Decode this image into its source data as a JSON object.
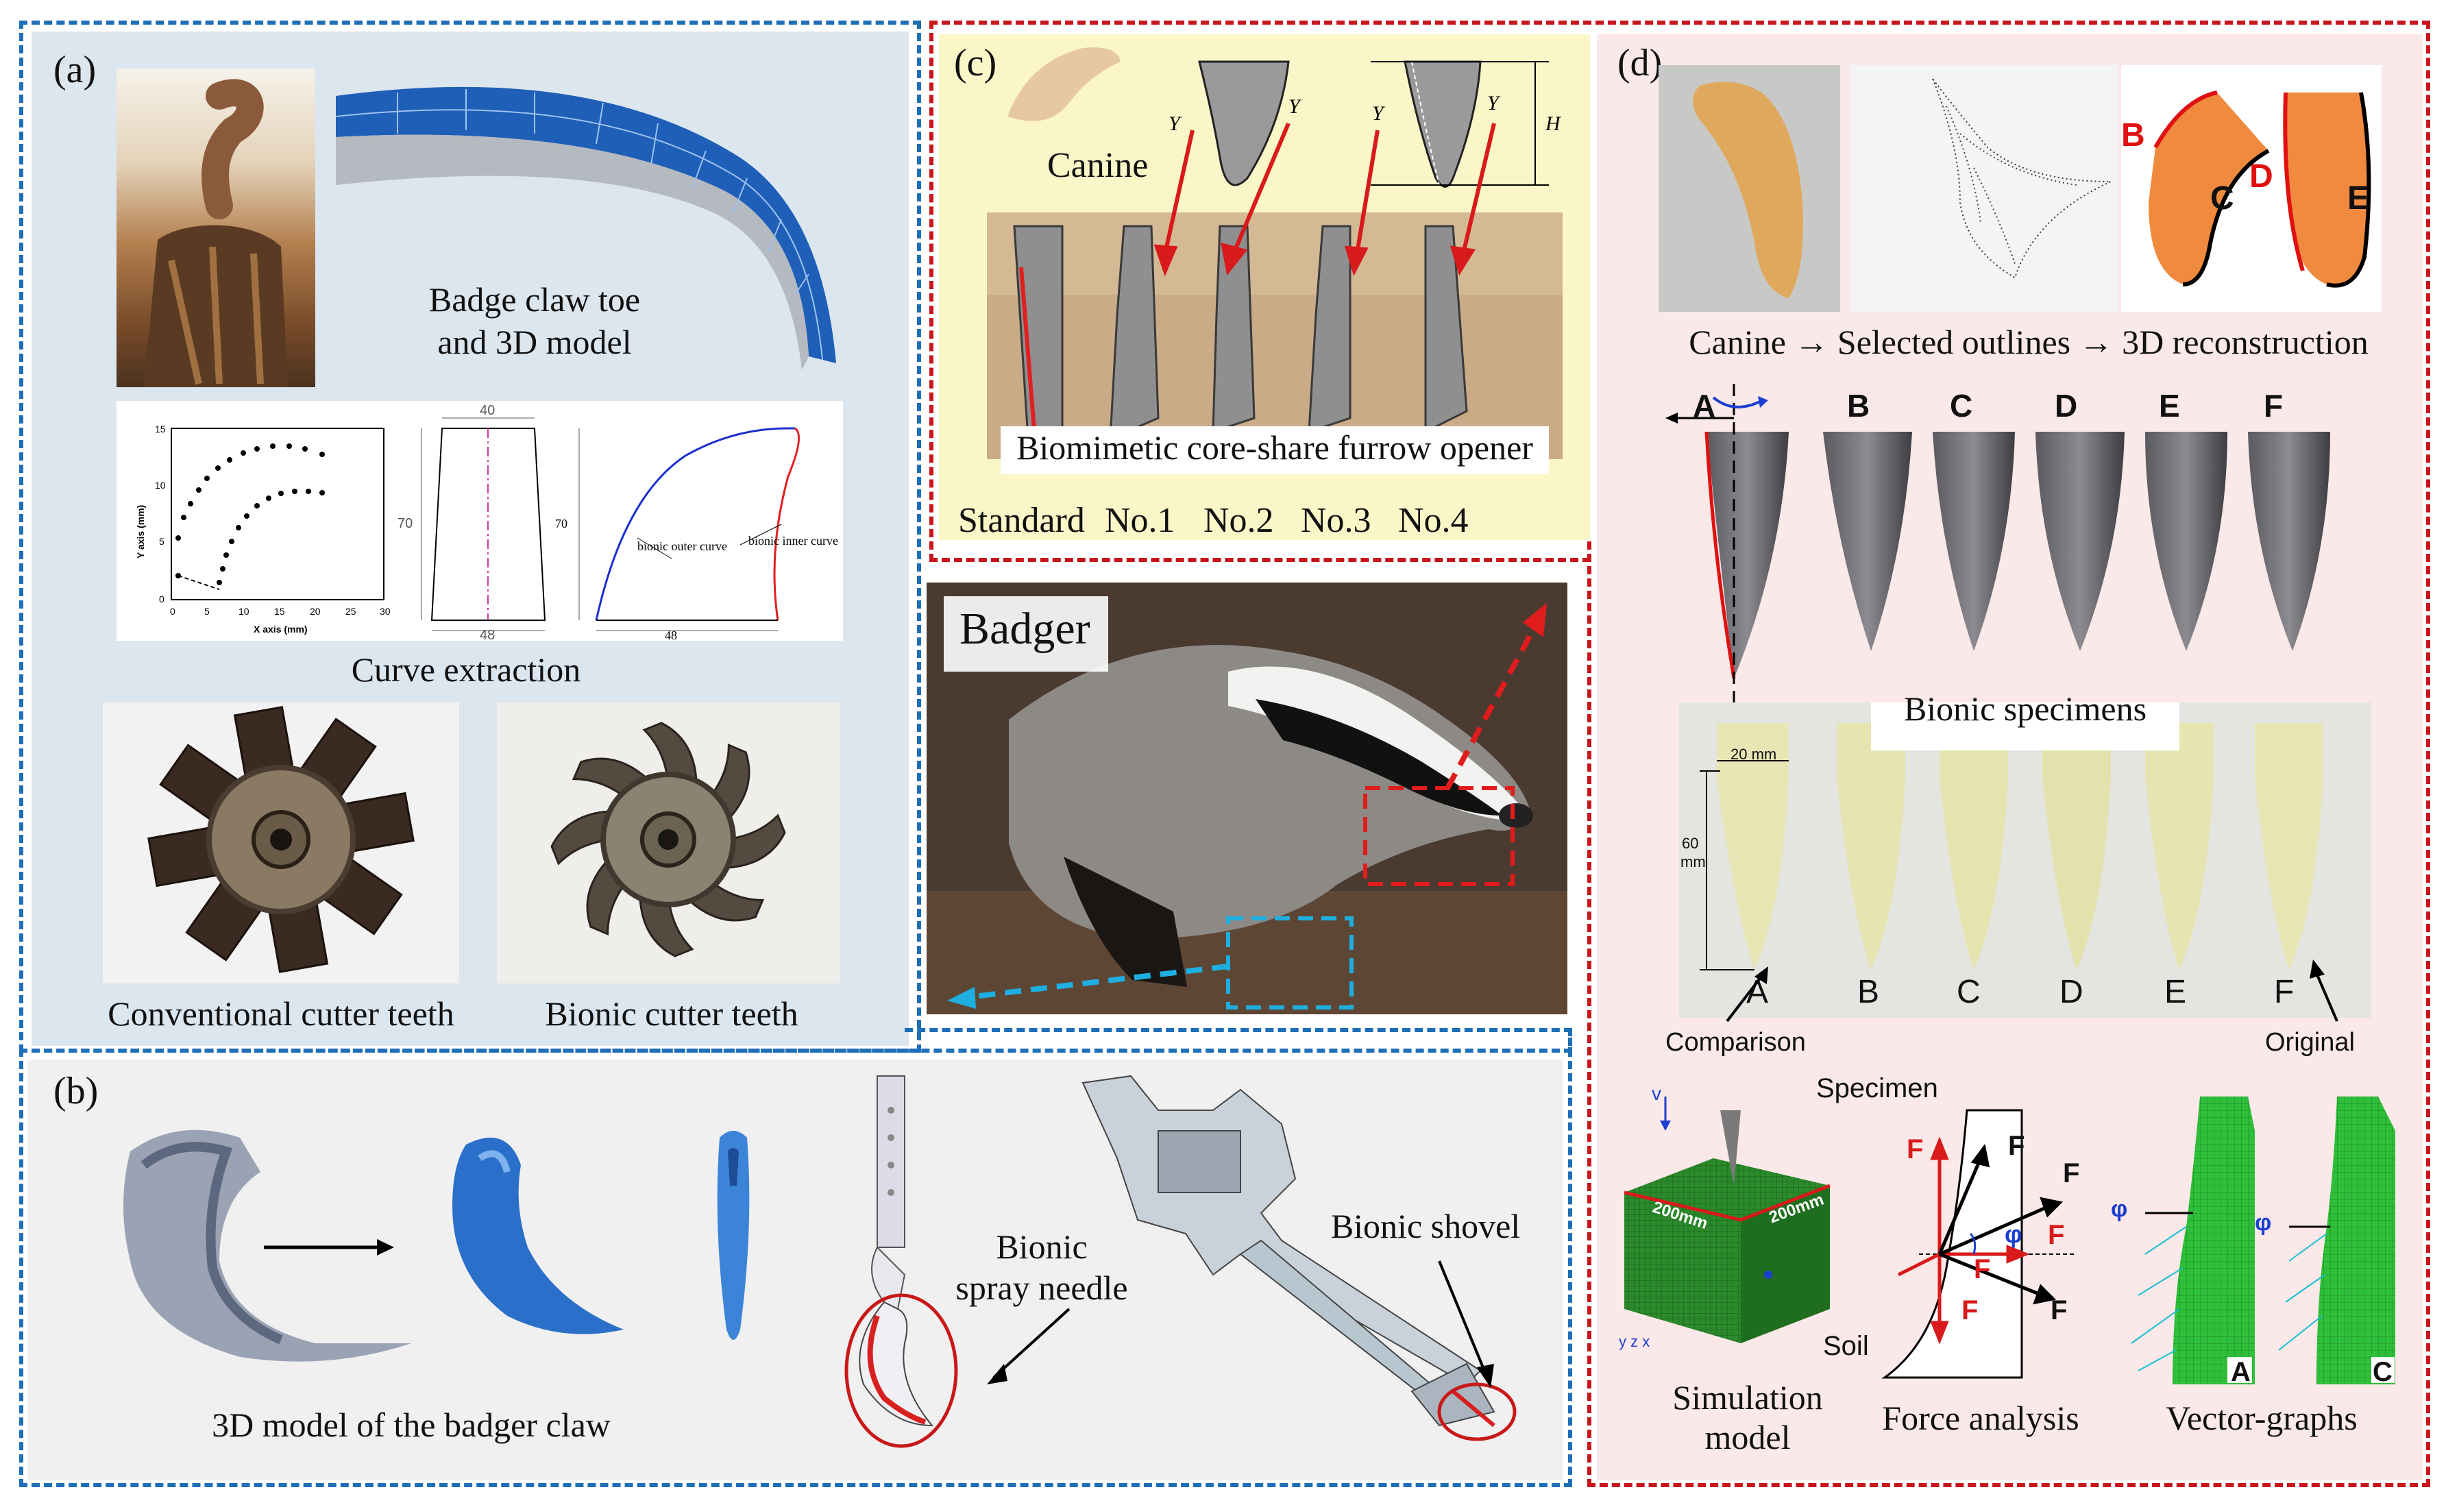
{
  "panel_a": {
    "letter": "(a)",
    "claw_caption_line1": "Badge claw toe",
    "claw_caption_line2": "and 3D model",
    "curve_caption": "Curve extraction",
    "plot": {
      "ylabel": "Y axis (mm)",
      "xlabel": "X axis (mm)",
      "xticks": [
        "0",
        "5",
        "10",
        "15",
        "20",
        "25",
        "30"
      ],
      "yticks": [
        "0",
        "5",
        "10",
        "15"
      ]
    },
    "trap_top": "40",
    "trap_side": "70",
    "trap_bottom": "48",
    "curve_top_side": "70",
    "curve_bottom": "48",
    "outer_curve": "bionic outer curve",
    "inner_curve": "bionic inner curve",
    "conventional": "Conventional cutter teeth",
    "bionic": "Bionic cutter teeth"
  },
  "panel_b": {
    "letter": "(b)",
    "model_caption": "3D model of the badger claw",
    "needle_line1": "Bionic",
    "needle_line2": "spray needle",
    "shovel": "Bionic shovel"
  },
  "panel_c": {
    "letter": "(c)",
    "canine": "Canine",
    "y1": "Y",
    "y2": "Y",
    "y3": "Y",
    "y4": "Y",
    "h": "H",
    "opener": "Biomimetic core-share furrow opener",
    "labels": [
      "Standard",
      "No.1",
      "No.2",
      "No.3",
      "No.4"
    ]
  },
  "badger": {
    "title": "Badger"
  },
  "panel_d": {
    "letter": "(d)",
    "b": "B",
    "c": "C",
    "d": "D",
    "e": "E",
    "flow": "Canine → Selected outlines → 3D reconstruction",
    "specimen_letters": [
      "A",
      "B",
      "C",
      "D",
      "E",
      "F"
    ],
    "bionic_specimens": "Bionic specimens",
    "dim_20": "20 mm",
    "dim_60_line1": "60",
    "dim_60_line2": "mm",
    "photo_letters": [
      "A",
      "B",
      "C",
      "D",
      "E",
      "F"
    ],
    "comparison": "Comparison",
    "original": "Original",
    "specimen": "Specimen",
    "soil": "Soil",
    "v": "v",
    "dim200a": "200mm",
    "dim200b": "200mm",
    "axes": "y  z  x",
    "forces": {
      "f11": "F",
      "f1": "F",
      "f": "F",
      "f22": "F",
      "f21": "F",
      "f12": "F",
      "f2": "F",
      "phi": "φ"
    },
    "phi_a1": "φ",
    "phi_c1": "φ",
    "vec_a": "A",
    "vec_c": "C",
    "sim_line1": "Simulation",
    "sim_line2": "model",
    "force_analysis": "Force analysis",
    "vector_graphs": "Vector-graphs"
  },
  "colors": {
    "blue_border": "#1f6fb8",
    "red_border": "#c8161d",
    "panel_a_bg": "#dce6ef",
    "panel_b_bg": "#f0f0f0",
    "panel_c_bg": "#fbf6c8",
    "panel_d_bg": "#fbe8e8"
  }
}
